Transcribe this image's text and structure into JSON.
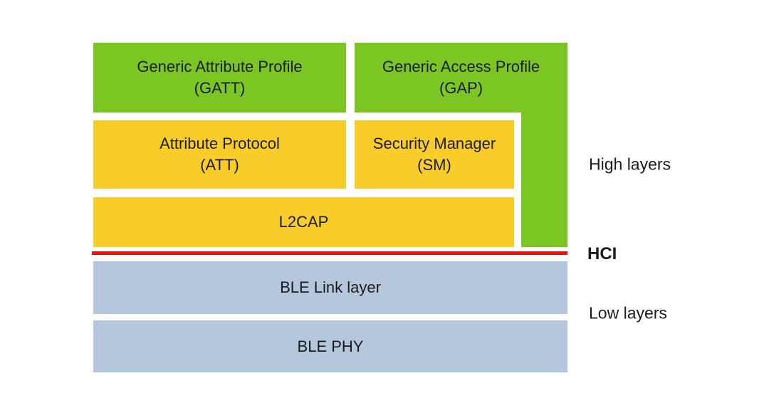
{
  "diagram": {
    "description": "BLE protocol stack block diagram",
    "colors": {
      "green": "#7CC623",
      "yellow": "#F8CD2A",
      "blue": "#B4C7DC",
      "red": "#F20D0D",
      "text": "#1C1C1C",
      "background": "#FFFFFF"
    },
    "boxes": {
      "gatt": {
        "line1": "Generic Attribute Profile",
        "line2": "(GATT)"
      },
      "gap": {
        "line1": "Generic Access Profile",
        "line2": "(GAP)"
      },
      "att": {
        "line1": "Attribute Protocol",
        "line2": "(ATT)"
      },
      "sm": {
        "line1": "Security Manager",
        "line2": "(SM)"
      },
      "l2cap": {
        "label": "L2CAP"
      },
      "link": {
        "label": "BLE Link layer"
      },
      "phy": {
        "label": "BLE PHY"
      }
    },
    "labels": {
      "high": "High layers",
      "hci": "HCI",
      "low": "Low layers"
    }
  }
}
